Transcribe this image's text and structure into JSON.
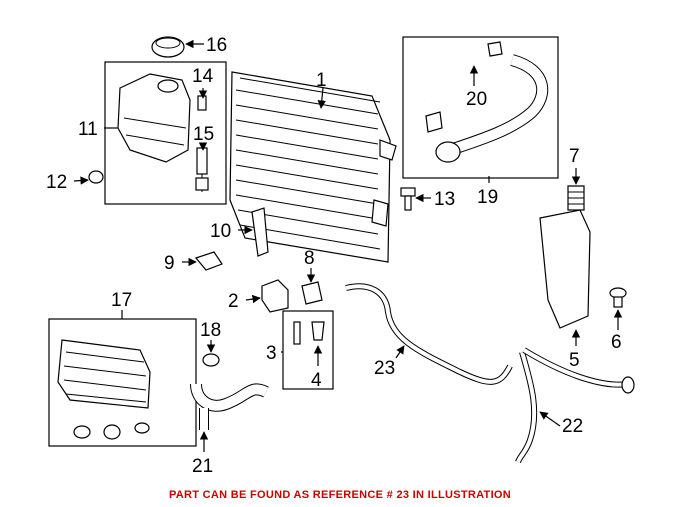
{
  "diagram": {
    "callouts": [
      "1",
      "2",
      "3",
      "4",
      "5",
      "6",
      "7",
      "8",
      "9",
      "10",
      "11",
      "12",
      "13",
      "14",
      "15",
      "16",
      "17",
      "18",
      "19",
      "20",
      "21",
      "22",
      "23"
    ]
  },
  "footer": {
    "note": "PART CAN BE FOUND AS REFERENCE # 23 IN ILLUSTRATION",
    "color": "#cc0000"
  }
}
